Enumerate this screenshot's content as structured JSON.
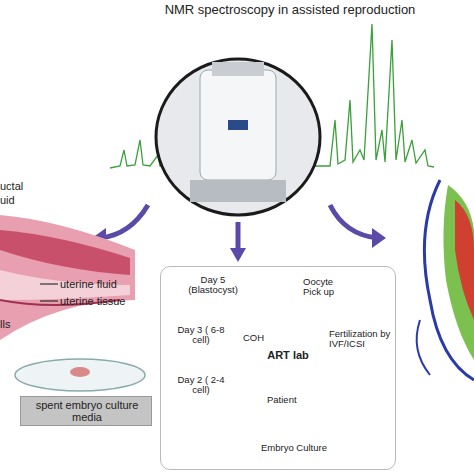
{
  "diagram": {
    "title": "NMR spectroscopy in assisted reproduction",
    "nodes": [
      {
        "text": [
          "spent embryo culture media"
        ]
      },
      {
        "text": [
          "Day 5 (Blastocyst)",
          "Oocyte Pick up",
          "Day 3 ( 6-8 cell)",
          "COH",
          "Fertilization by IVF/ICSI",
          "Day 2 ( 2-4 cell)",
          "Patient",
          "Embryo Culture"
        ]
      },
      {
        "text": [
          "ART lab"
        ],
        "in": 1
      }
    ],
    "labels": [
      "uctal",
      "uid",
      "uterine fluid",
      "uterine tissue",
      "lls"
    ]
  }
}
